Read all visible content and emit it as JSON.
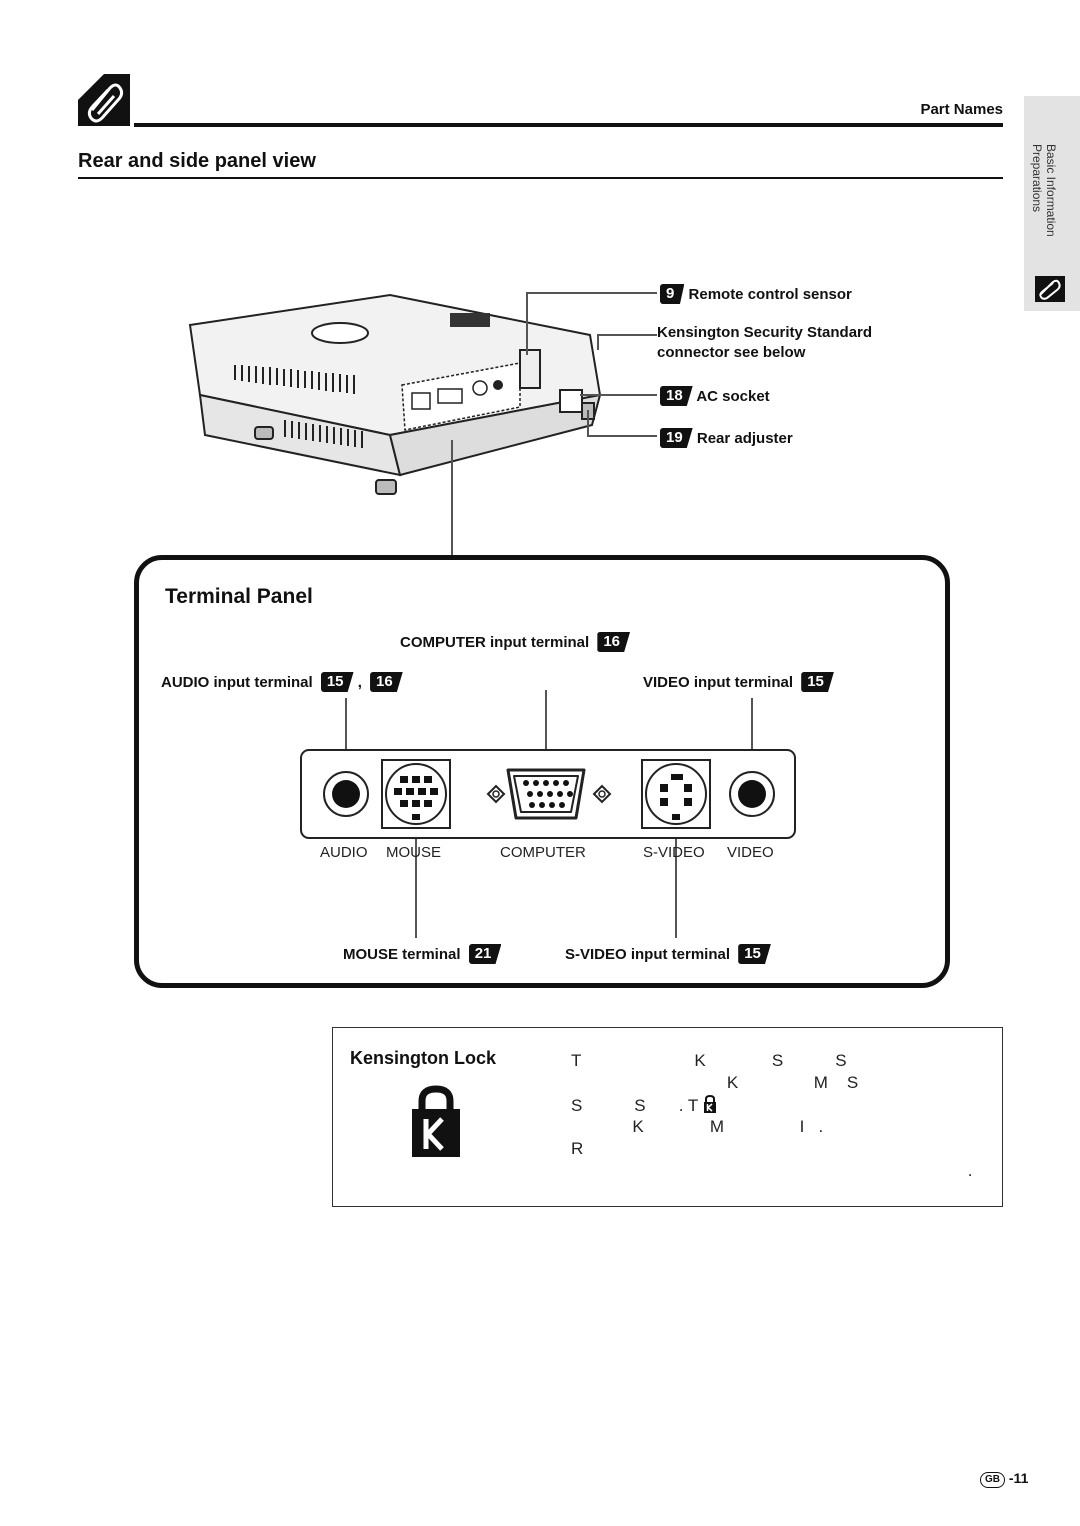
{
  "header": {
    "section": "Part Names",
    "page_title": "Rear and side panel view"
  },
  "side_tab": {
    "line1": "Basic Information",
    "line2": "Preparations"
  },
  "callouts": [
    {
      "number": "9",
      "label": "Remote control sensor"
    },
    {
      "number": "",
      "label": "Kensington Security Standard"
    },
    {
      "number": "",
      "label": "connector  see below"
    },
    {
      "number": "18",
      "label": "AC socket"
    },
    {
      "number": "19",
      "label": "Rear adjuster"
    }
  ],
  "terminal_panel": {
    "title": "Terminal Panel",
    "computer": {
      "label": "COMPUTER input terminal",
      "ref": "16"
    },
    "audio": {
      "label": "AUDIO input terminal",
      "ref1": "15",
      "sep": ",",
      "ref2": "16"
    },
    "video": {
      "label": "VIDEO input terminal",
      "ref": "15"
    },
    "mouse": {
      "label": "MOUSE terminal",
      "ref": "21"
    },
    "svideo": {
      "label": "S-VIDEO input terminal",
      "ref": "15"
    },
    "port_labels": [
      "AUDIO",
      "MOUSE",
      "COMPUTER",
      "S-VIDEO",
      "VIDEO"
    ]
  },
  "kensington": {
    "title": "Kensington Lock",
    "lines": [
      "T                        K              S           S",
      "                                 K                M    S",
      "S           S       . T",
      "             K              M                I   .",
      "R",
      "                                                                                    ."
    ]
  },
  "footer": {
    "region": "GB",
    "page": "-11"
  }
}
